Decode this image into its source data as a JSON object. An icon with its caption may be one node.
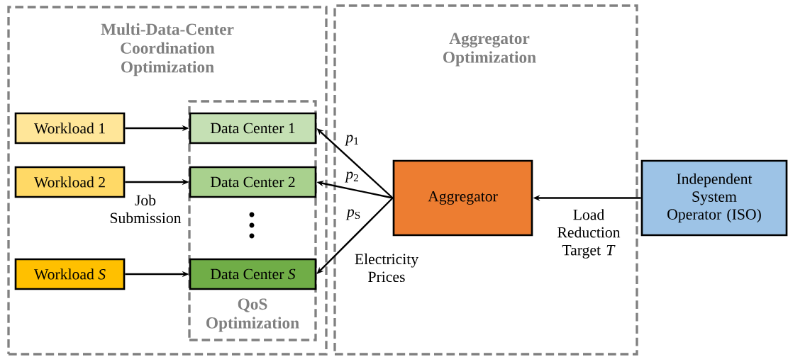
{
  "diagram": {
    "nodes": [
      {
        "text": [
          "Multi-Data-Center Coordination Optimization"
        ]
      },
      {
        "text": [
          "QoS Optimization"
        ],
        "in": 0
      },
      {
        "text": [
          "Workload 1"
        ],
        "in": 0
      },
      {
        "text": [
          "Workload 2"
        ],
        "in": 0
      },
      {
        "text": [
          "Workload *S*"
        ],
        "in": 0
      },
      {
        "text": [
          "Data Center 1"
        ],
        "in": 1
      },
      {
        "text": [
          "Data Center 2"
        ],
        "in": 1
      },
      {
        "text": [
          "Data Center *S*"
        ],
        "in": 1
      },
      {
        "text": [
          "Aggregator Optimization"
        ]
      },
      {
        "text": [
          "Aggregator"
        ],
        "in": 8
      },
      {
        "text": [
          "Independent System Operator (ISO)"
        ]
      }
    ],
    "edges": [
      {
        "from": 2,
        "to": 5,
        "arrow": "to"
      },
      {
        "from": 3,
        "to": 6,
        "arrow": "to"
      },
      {
        "from": 4,
        "to": 7,
        "arrow": "to"
      },
      {
        "from": 9,
        "to": 5,
        "arrow": "to",
        "label": "*p*$_{1}$"
      },
      {
        "from": 9,
        "to": 6,
        "arrow": "to",
        "label": "*p*$_{2}$"
      },
      {
        "from": 9,
        "to": 7,
        "arrow": "to",
        "label": "*p*$_{S}$"
      },
      {
        "from": 10,
        "to": 9,
        "arrow": "to",
        "label": "Load Reduction Target *T*"
      }
    ],
    "labels": [
      "Job Submission",
      "Electricity Prices"
    ]
  }
}
